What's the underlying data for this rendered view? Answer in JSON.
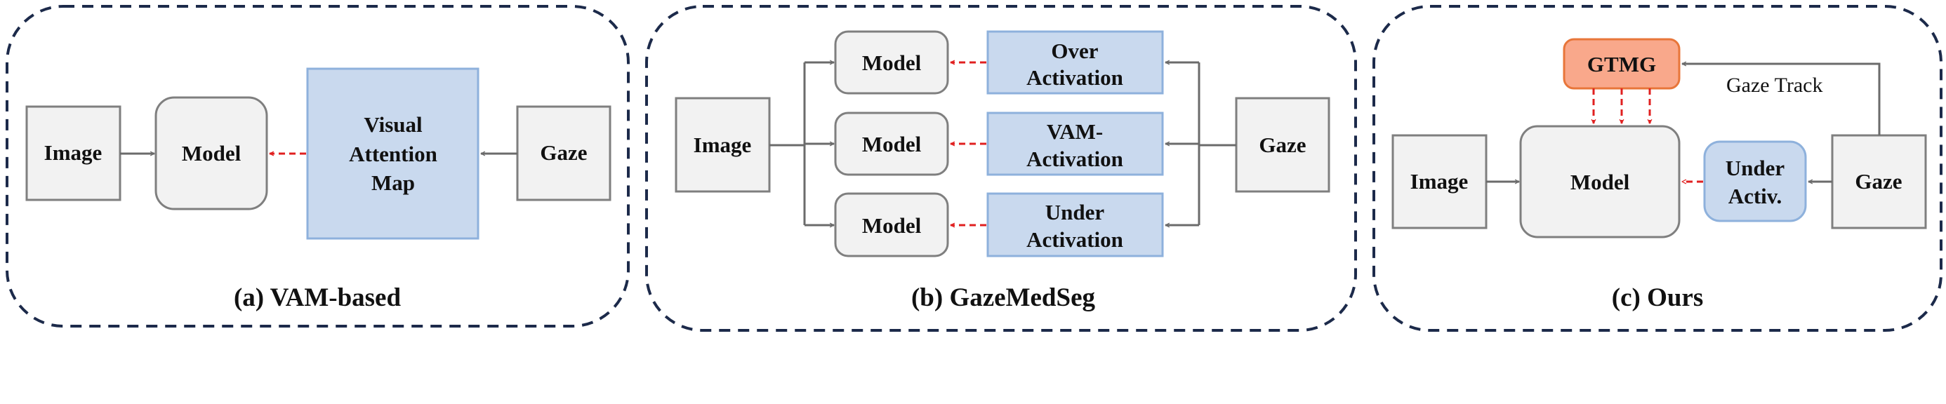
{
  "colors": {
    "panel_border": "#1c2a4a",
    "gray_box": "#f2f2f2",
    "blue_box": "#c9d9ee",
    "orange_box": "#f9a88b",
    "arrow": "#6b6b6b",
    "red_arrow": "#e02020"
  },
  "panel_a": {
    "image": "Image",
    "model": "Model",
    "vam_line1": "Visual",
    "vam_line2": "Attention",
    "vam_line3": "Map",
    "gaze": "Gaze",
    "caption": "(a) VAM-based"
  },
  "panel_b": {
    "image": "Image",
    "model_top": "Model",
    "model_mid": "Model",
    "model_bot": "Model",
    "over_line1": "Over",
    "over_line2": "Activation",
    "vam_line1": "VAM-",
    "vam_line2": "Activation",
    "under_line1": "Under",
    "under_line2": "Activation",
    "gaze": "Gaze",
    "caption": "(b) GazeMedSeg"
  },
  "panel_c": {
    "gtmg": "GTMG",
    "gaze_track": "Gaze Track",
    "image": "Image",
    "model": "Model",
    "under_line1": "Under",
    "under_line2": "Activ.",
    "gaze": "Gaze",
    "caption": "(c) Ours"
  }
}
